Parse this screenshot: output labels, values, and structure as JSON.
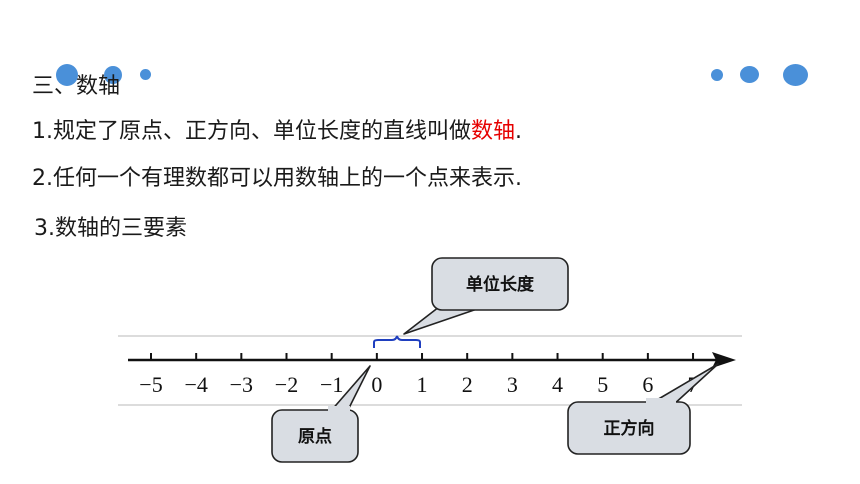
{
  "heading": "三、数轴",
  "line1": {
    "prefix": "1.规定了原点、正方向、单位长度的直线叫做",
    "highlight": "数轴",
    "suffix": "."
  },
  "line2": "2.任何一个有理数都可以用数轴上的一个点来表示.",
  "line3": "3.数轴的三要素",
  "callouts": {
    "unit_length": "单位长度",
    "origin": "原点",
    "positive_direction": "正方向"
  },
  "axis": {
    "ticks": [
      "−5",
      "−4",
      "−3",
      "−2",
      "−1",
      "0",
      "1",
      "2",
      "3",
      "4",
      "5",
      "6",
      "7"
    ],
    "origin_label_color": "#1f3fbf"
  },
  "colors": {
    "highlight": "#e60000",
    "decor_dots": "#4a90d9",
    "callout_fill": "#d9dde3"
  }
}
